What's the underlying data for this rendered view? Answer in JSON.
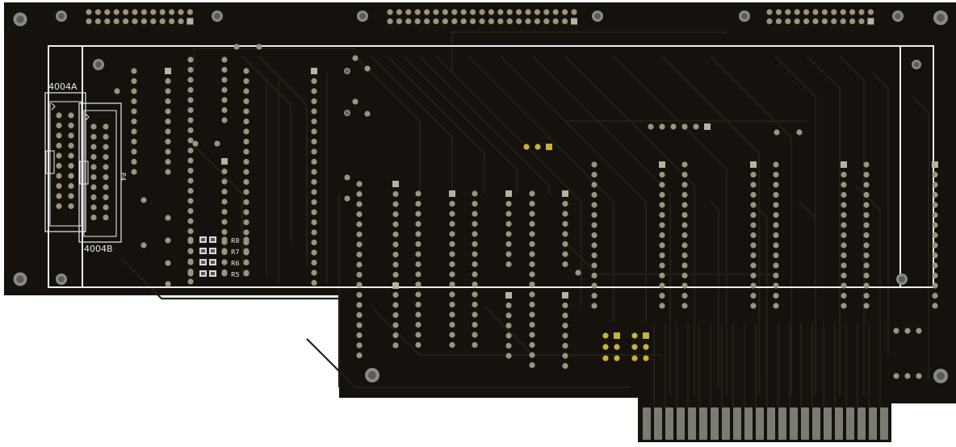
{
  "board": {
    "colors": {
      "background": "#ffffff",
      "substrate": "#15120d",
      "trace": "#221e15",
      "silkscreen": "#eeeeee",
      "pad_ring": "#9a9480",
      "pad_square": "#b8b2a0",
      "pad_gold": "#c9b23a",
      "contact_finger": "#7b7b74",
      "mounting_hole": "#8a8a86",
      "resistor_body": "#d8d8d8"
    },
    "labels": {
      "connector_a": "4004A",
      "connector_b": "4004B",
      "connector_ref": "P4",
      "resistors": [
        "R8",
        "R7",
        "R6",
        "R5"
      ]
    }
  }
}
